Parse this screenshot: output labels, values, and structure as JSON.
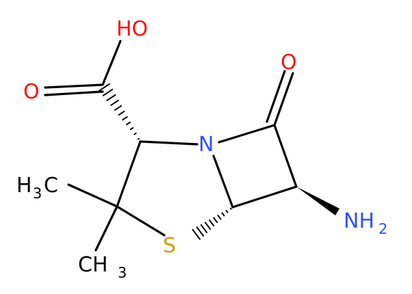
{
  "molecule": {
    "atoms": {
      "hydroxyl": {
        "main": "HO",
        "color": "#ff0d0d"
      },
      "carbonyl_oxygen_acid": {
        "main": "O",
        "color": "#ff0d0d"
      },
      "carbonyl_oxygen_lactam": {
        "main": "O",
        "color": "#ff0d0d"
      },
      "nitrogen_ring": {
        "main": "N",
        "color": "#3050f8"
      },
      "sulfur": {
        "main": "S",
        "color": "#c6a500"
      },
      "amine": {
        "main": "NH",
        "sub": "2",
        "color": "#3050f8"
      },
      "methyl_upper": {
        "main": "H",
        "sub": "3",
        "tail": "C",
        "color": "#000000"
      },
      "methyl_lower": {
        "main": "CH",
        "sub": "3",
        "color": "#000000"
      }
    },
    "bond_color": "#000000"
  }
}
